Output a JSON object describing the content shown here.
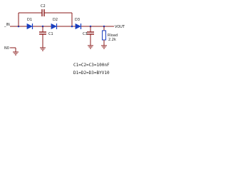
{
  "ports": {
    "input": "_IN",
    "output": "VOUT",
    "no_connect": "N0"
  },
  "capacitors": {
    "c1": "C1",
    "c2": "C2",
    "c3": "C3"
  },
  "diodes": {
    "d1": "D1",
    "d2": "D2",
    "d3": "D3"
  },
  "resistor": {
    "name": "Rload",
    "value": "2.2k"
  },
  "notes": {
    "cap_values": "C1=C2=C3=100nF",
    "diode_values": "D1=D2=D3=BYV10"
  },
  "colors": {
    "wire": "#8a1818",
    "component": "#1a3fbf",
    "text": "#1a1a1a"
  }
}
